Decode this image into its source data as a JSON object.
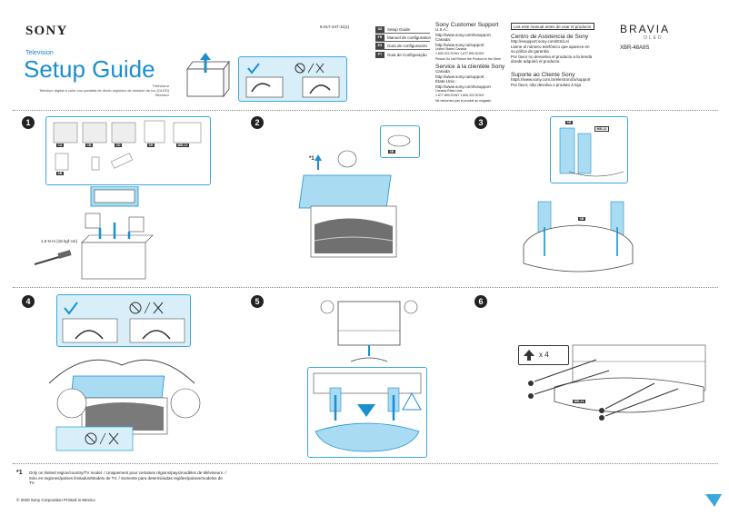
{
  "header": {
    "brand": "SONY",
    "category": "Television",
    "title": "Setup Guide",
    "subtitle_lines": [
      "Téléviseur",
      "Televisor digital a color con pantalla de diodo orgánico de emisión de luz (OLED)",
      "Televisor"
    ],
    "document_code": "5-017-247-11(1)"
  },
  "languages": [
    {
      "code": "US",
      "label": "Setup Guide"
    },
    {
      "code": "FR",
      "label": "Manuel de configuration"
    },
    {
      "code": "ES",
      "label": "Guía de configuración"
    },
    {
      "code": "PT",
      "label": "Guia de Configuração"
    }
  ],
  "support_en": {
    "heading": "Sony Customer Support",
    "lines": [
      "U.S.A.:",
      "http://www.sony.com/tvsupport",
      "Canada:",
      "http://www.sony.ca/support"
    ],
    "contacts_label": "United States  Canada",
    "contacts_phone": "1.800.222.SONY        1.877.899.SONY",
    "note": "Please Do Not Return the Product to the Store"
  },
  "support_fr": {
    "heading": "Service à la clientèle Sony",
    "lines": [
      "Canada :",
      "http://www.sony.ca/support",
      "États-Unis :",
      "http://www.sony.com/tvsupport"
    ],
    "contacts_label": "Canada                    États-Unis",
    "contacts_phone": "1.877.899.SONY        1.800.222.SONY",
    "note": "Ne retournez pas le produit au magasin"
  },
  "support_es": {
    "boxed_note": "Lea este manual antes de usar el producto",
    "heading": "Centro de Asistencia de Sony",
    "url": "http://esupport.sony.com/ES/LA/",
    "lines": [
      "Llame al número telefónico que aparece en",
      "su póliza de garantía",
      "Por favor no devuelva el producto a la tienda",
      "donde adquirió el producto."
    ]
  },
  "support_pt": {
    "heading": "Suporte ao Cliente Sony",
    "url": "https://www.sony.com.br/electronics/support",
    "note": "Por favor, não devolva o produto à loja"
  },
  "product": {
    "line": "BRAVIA",
    "tech": "OLED",
    "model": "XBR-48A9S"
  },
  "steps": [
    {
      "number": "1"
    },
    {
      "number": "2"
    },
    {
      "number": "3"
    },
    {
      "number": "4"
    },
    {
      "number": "5"
    },
    {
      "number": "6"
    }
  ],
  "parts": [
    "CA",
    "CB",
    "CD",
    "SR",
    "M5L14",
    "SB"
  ],
  "torque": "1.5 N·m {15 kgf·cm}",
  "screw_count": "x 4",
  "footnote": {
    "marker": "*1",
    "text": "Only on limited region/country/TV model. / Uniquement pour certaines régions/pays/modèles de téléviseurs. / Solo en regiones/países limitados/Modelo de TV. / Somente para determinadas regiões/países/modelos de TV."
  },
  "copyright": "© 2020 Sony Corporation   Printed in Mexico",
  "colors": {
    "accent": "#1a8fd0",
    "panel_border": "#3aa8dc",
    "panel_fill": "#a9dcf3"
  }
}
